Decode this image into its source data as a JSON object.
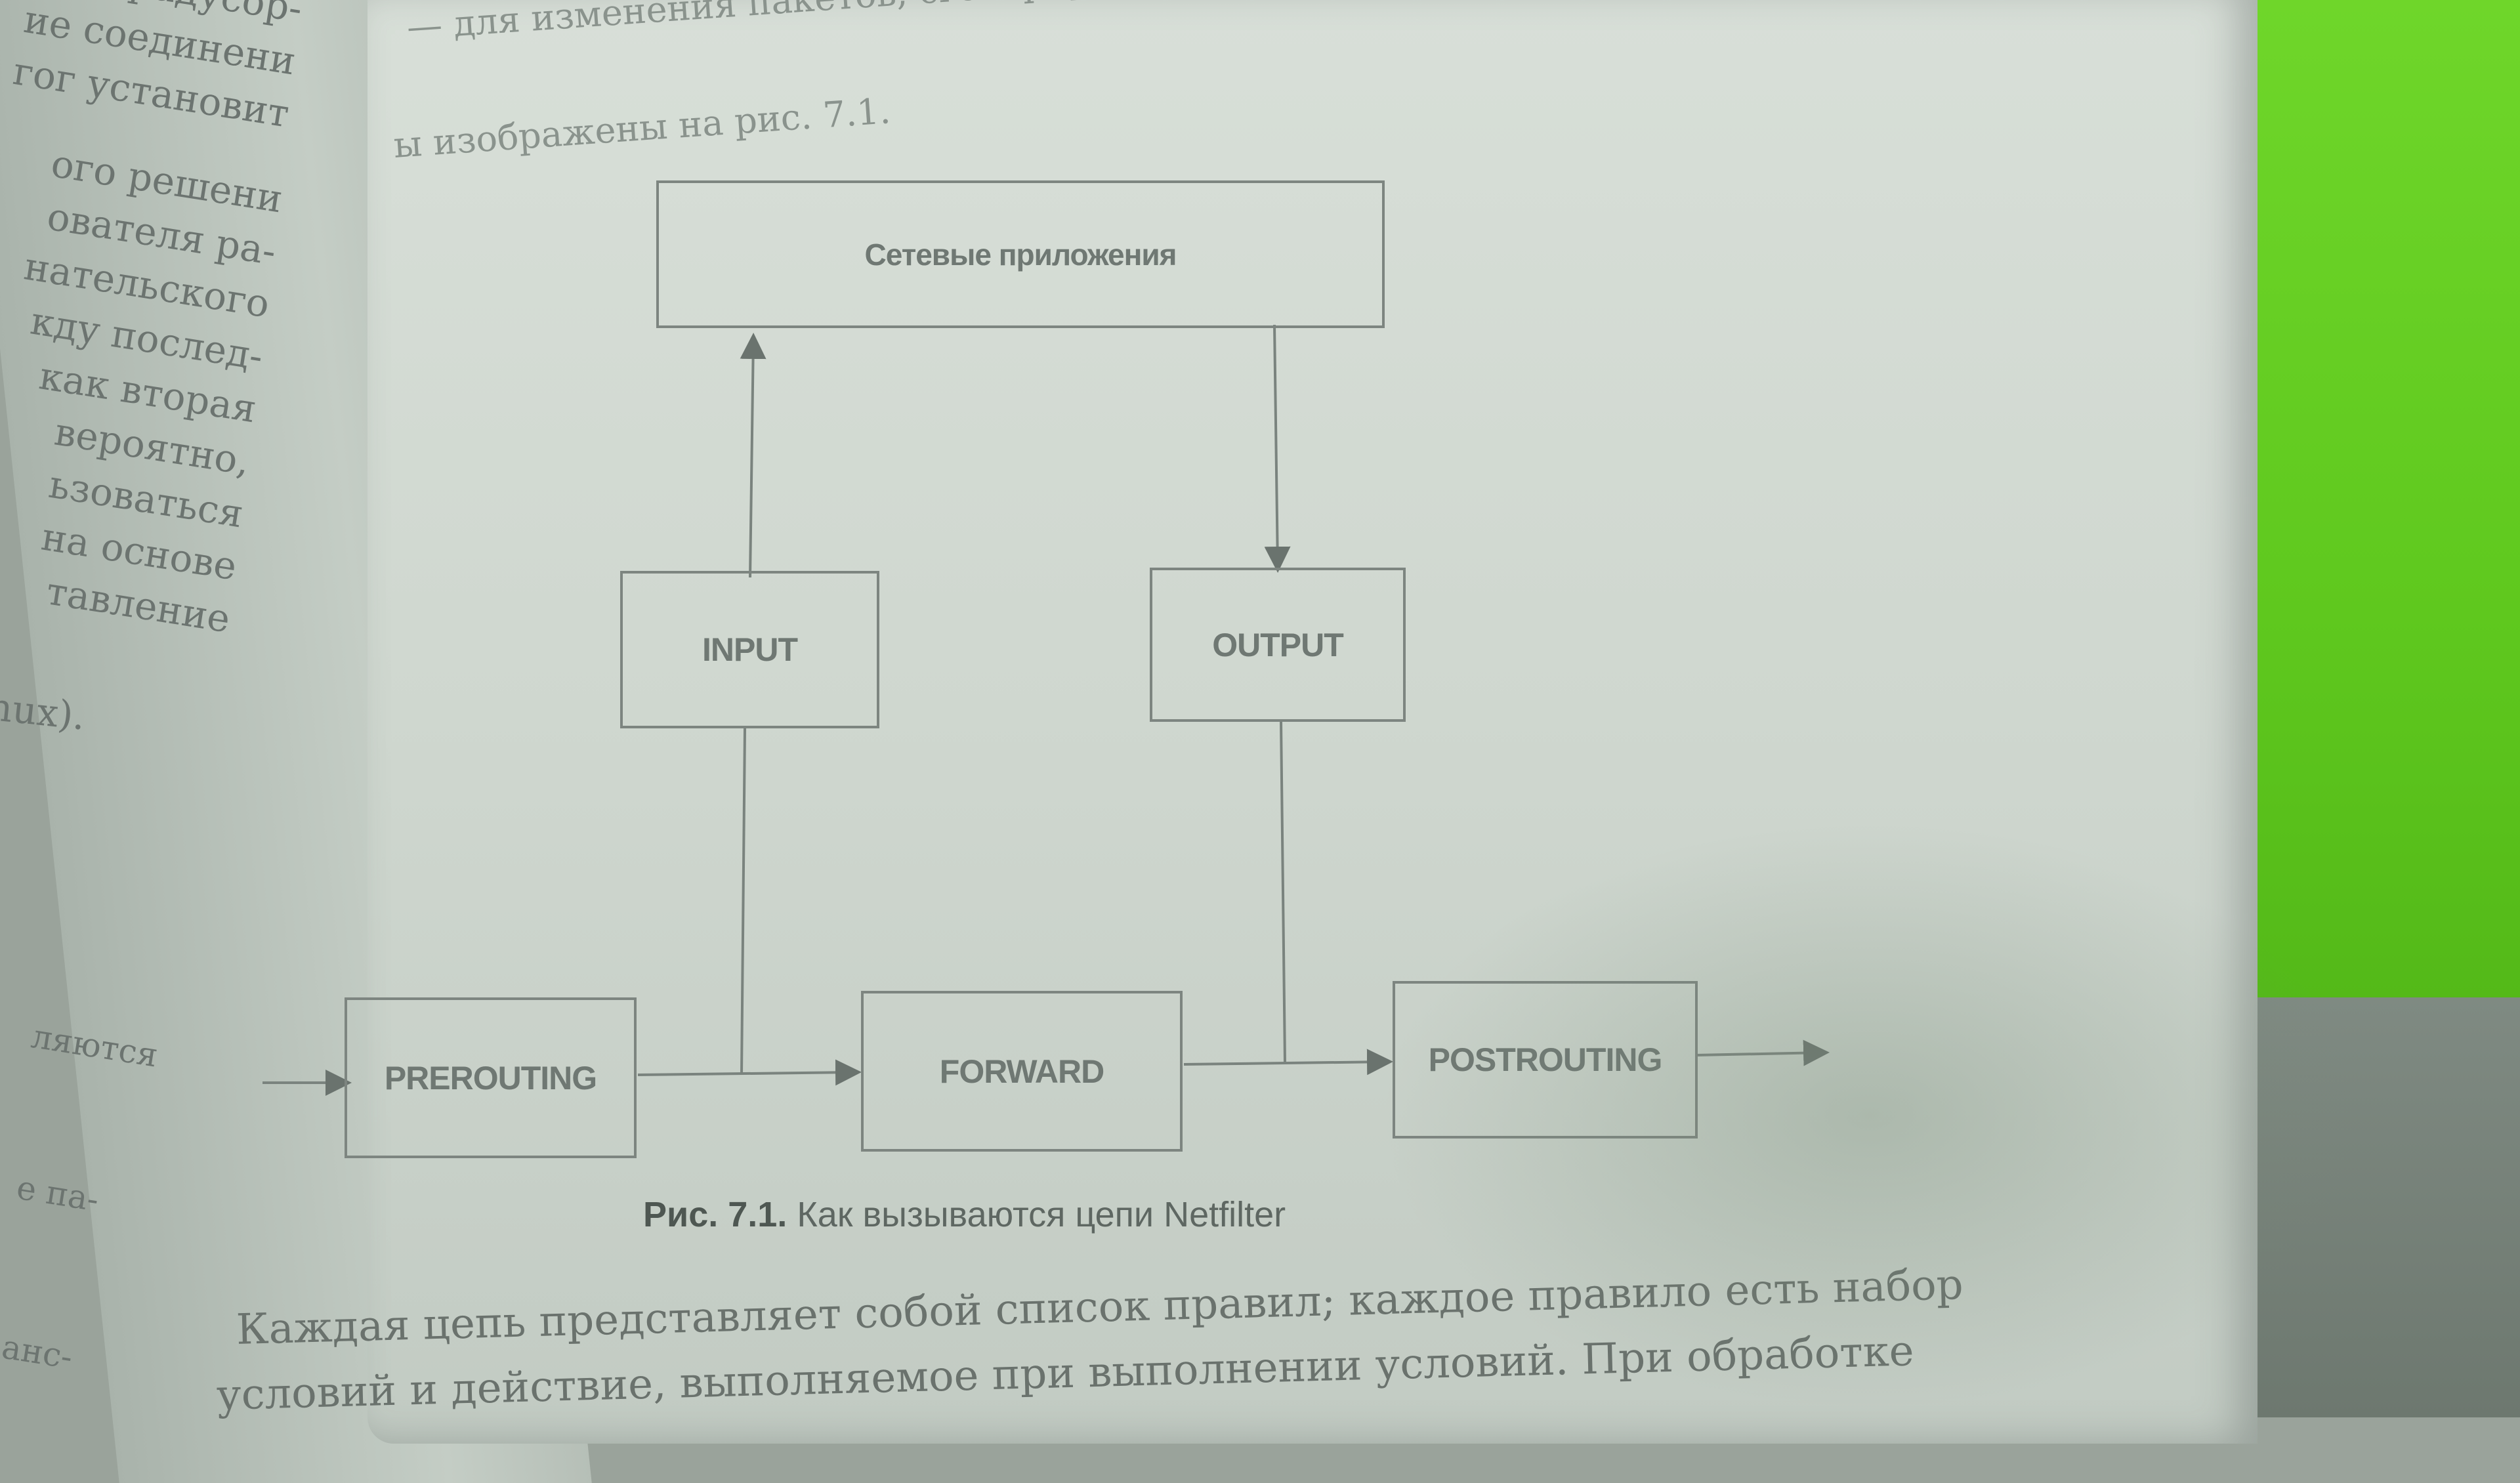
{
  "left_page": {
    "lines": [
      "радусор-",
      "ие соединени",
      "гог установит",
      "ого решени",
      "ователя ра-",
      "нательского",
      "кду послед-",
      "как вторая",
      "вероятно,",
      "ьзоваться",
      "на основе",
      "тавление",
      "а Linux).",
      "ляются",
      "е па-",
      "анс-"
    ]
  },
  "right_page": {
    "top_lines": [
      "— для изменения пакетов, сгенерированных самим брандмауэром.",
      "ы изображены на рис. 7.1."
    ],
    "body_lines": [
      "Каждая цепь представляет собой список правил; каждое правило есть набор",
      "условий и действие, выполняемое при выполнении условий. При обработке"
    ]
  },
  "diagram": {
    "boxes": {
      "apps": "Сетевые приложения",
      "input": "INPUT",
      "output": "OUTPUT",
      "prerouting": "PREROUTING",
      "forward": "FORWARD",
      "postrouting": "POSTROUTING"
    },
    "caption_number": "Рис. 7.1.",
    "caption_text": "Как вызываются цепи Netfilter"
  },
  "colors": {
    "paper": "#d8dfd8",
    "ink": "#6f7873",
    "green_background": "#6fd62a"
  }
}
